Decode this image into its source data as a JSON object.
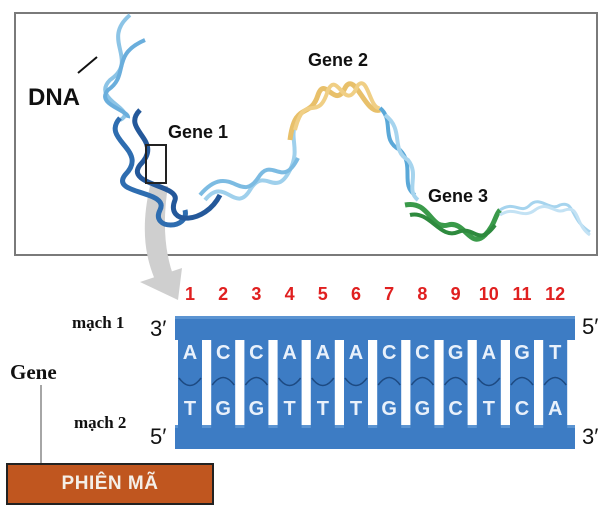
{
  "top_panel": {
    "dna_label": "DNA",
    "genes": [
      {
        "label": "Gene 1",
        "color": "#2e6db0"
      },
      {
        "label": "Gene 2",
        "color": "#e8c06a"
      },
      {
        "label": "Gene 3",
        "color": "#3a9a4a"
      }
    ],
    "strand_color": "#8cc4e6"
  },
  "detail": {
    "positions": [
      "1",
      "2",
      "3",
      "4",
      "5",
      "6",
      "7",
      "8",
      "9",
      "10",
      "11",
      "12"
    ],
    "strand1": {
      "label": "mạch 1",
      "left_end": "3′",
      "right_end": "5′",
      "bases": [
        "A",
        "C",
        "C",
        "A",
        "A",
        "A",
        "C",
        "C",
        "G",
        "A",
        "G",
        "T"
      ]
    },
    "strand2": {
      "label": "mạch 2",
      "left_end": "5′",
      "right_end": "3′",
      "bases": [
        "T",
        "G",
        "G",
        "T",
        "T",
        "T",
        "G",
        "G",
        "C",
        "T",
        "C",
        "A"
      ]
    },
    "backbone_color": "#3d7cc4",
    "number_color": "#e02020"
  },
  "gene_label": "Gene",
  "process_box": {
    "label": "PHIÊN MÃ",
    "color": "#c0561f"
  }
}
